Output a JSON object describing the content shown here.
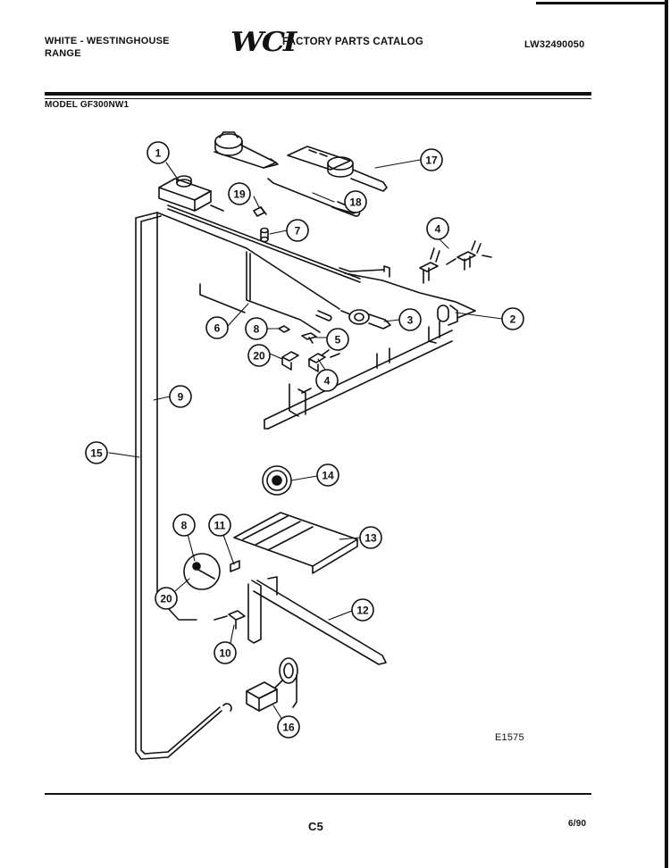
{
  "header": {
    "brand_line1": "WHITE - WESTINGHOUSE",
    "brand_line2": "RANGE",
    "logo": "WCI",
    "catalog_title": "FACTORY PARTS CATALOG",
    "doc_number": "LW32490050",
    "model": "MODEL GF300NW1"
  },
  "diagram": {
    "figure_code": "E1575",
    "callouts": [
      {
        "id": "c1",
        "label": "1"
      },
      {
        "id": "c2",
        "label": "2"
      },
      {
        "id": "c3",
        "label": "3"
      },
      {
        "id": "c4a",
        "label": "4"
      },
      {
        "id": "c4b",
        "label": "4"
      },
      {
        "id": "c5",
        "label": "5"
      },
      {
        "id": "c6",
        "label": "6"
      },
      {
        "id": "c7",
        "label": "7"
      },
      {
        "id": "c8a",
        "label": "8"
      },
      {
        "id": "c8b",
        "label": "8"
      },
      {
        "id": "c9",
        "label": "9"
      },
      {
        "id": "c10",
        "label": "10"
      },
      {
        "id": "c11",
        "label": "11"
      },
      {
        "id": "c12",
        "label": "12"
      },
      {
        "id": "c13",
        "label": "13"
      },
      {
        "id": "c14",
        "label": "14"
      },
      {
        "id": "c15",
        "label": "15"
      },
      {
        "id": "c16",
        "label": "16"
      },
      {
        "id": "c17",
        "label": "17"
      },
      {
        "id": "c18",
        "label": "18"
      },
      {
        "id": "c19",
        "label": "19"
      },
      {
        "id": "c20a",
        "label": "20"
      },
      {
        "id": "c20b",
        "label": "20"
      }
    ]
  },
  "footer": {
    "page": "C5",
    "date": "6/90"
  }
}
